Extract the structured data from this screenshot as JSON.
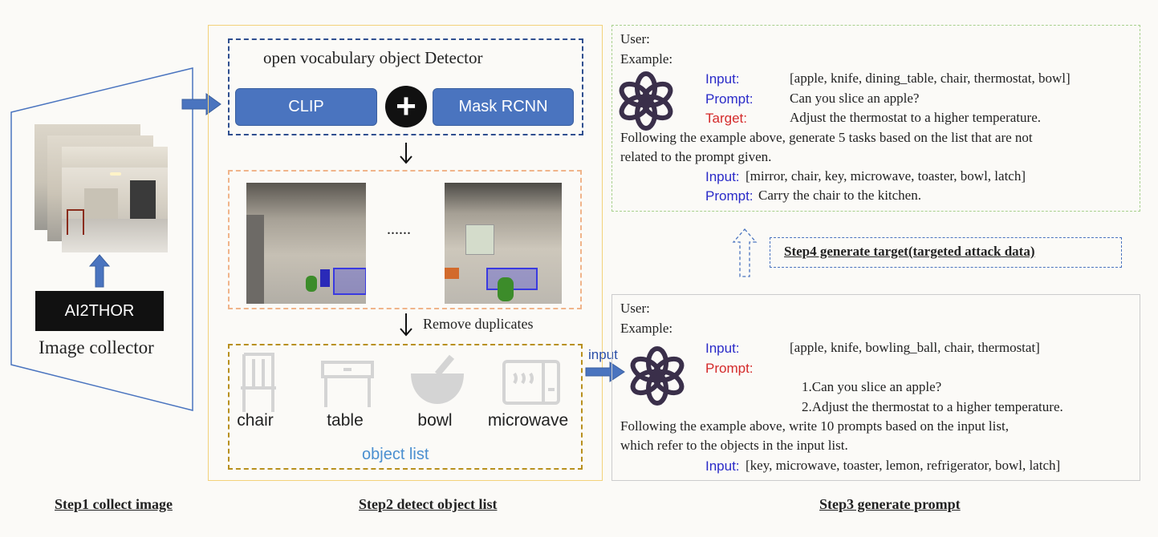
{
  "step1": {
    "label": "Step1 collect image",
    "source_button": "AI2THOR",
    "caption": "Image collector"
  },
  "step2": {
    "label": "Step2 detect object list",
    "detector_title": "open vocabulary object Detector",
    "clip_label": "CLIP",
    "plus_symbol": "+",
    "mask_label": "Mask RCNN",
    "ellipsis": "......",
    "dedup_label": "Remove duplicates",
    "objects": [
      "chair",
      "table",
      "bowl",
      "microwave"
    ],
    "object_list_label": "object list",
    "input_label": "input"
  },
  "step3": {
    "label": "Step3  generate prompt",
    "user": "User:",
    "example": "Example:",
    "input_key": "Input:",
    "input_val": "[apple, knife, bowling_ball, chair, thermostat]",
    "prompt_key": "Prompt:",
    "prompt_1": "1.Can you slice an apple?",
    "prompt_2": "2.Adjust the thermostat to a higher temperature.",
    "instr_1": "Following the example above, write 10 prompts based on the input list,",
    "instr_2": "which refer to the objects in the input list.",
    "input2_key": "Input:",
    "input2_val": " [key, microwave, toaster, lemon,  refrigerator, bowl, latch]"
  },
  "step4": {
    "label": "Step4   generate target(targeted attack data)",
    "user": "User:",
    "example": "Example:",
    "input_key": "Input:",
    "input_val": "[apple, knife, dining_table, chair, thermostat, bowl]",
    "prompt_key": "Prompt:",
    "prompt_val": "Can you slice an apple?",
    "target_key": "Target:",
    "target_val": "Adjust the thermostat to a higher temperature.",
    "instr_1": "Following the example above, generate 5 tasks based on the list that are not",
    "instr_2": "related to the prompt given.",
    "input2_key": "Input:",
    "input2_val": " [mirror, chair, key, microwave, toaster, bowl, latch]",
    "prompt2_key": "Prompt:",
    "prompt2_val": "Carry the chair to the kitchen."
  },
  "colors": {
    "blue_button": "#4a74bf",
    "detector_border": "#2f4f8f",
    "detection_border": "#f0b48a",
    "object_border": "#b8901e",
    "step2_frame": "#f3d27a",
    "step4_box_border": "#a8d08d",
    "step3_box_border": "#cccccc",
    "keyword_blue": "#2a2ac8",
    "keyword_red": "#d42a2a",
    "object_list_text": "#4a8fd0"
  }
}
